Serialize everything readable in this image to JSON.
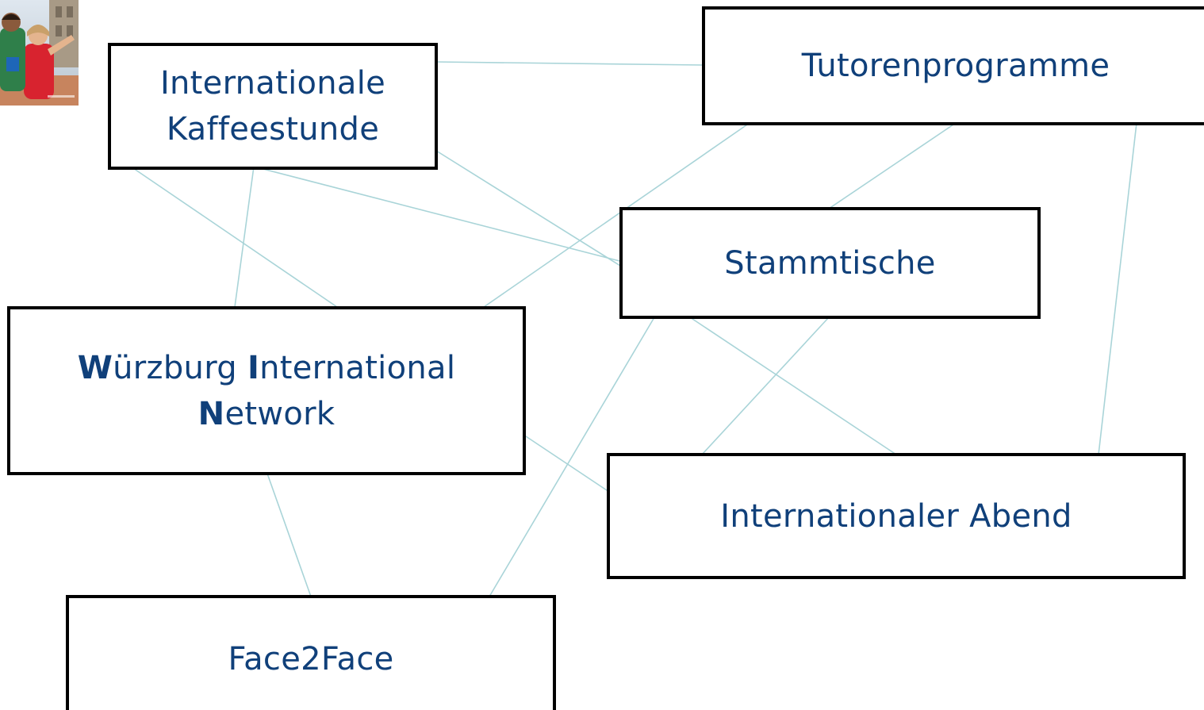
{
  "nodes": {
    "kaffeestunde": {
      "line1": "Internationale",
      "line2": "Kaffeestunde"
    },
    "tutorenprogramme": {
      "label": "Tutorenprogramme"
    },
    "stammtische": {
      "label": "Stammtische"
    },
    "win": {
      "w_initial": "W",
      "w_rest": "ürzburg ",
      "i_initial": "I",
      "i_rest": "nternational",
      "n_initial": "N",
      "n_rest": "etwork"
    },
    "abend": {
      "label": "Internationaler Abend"
    },
    "face2face": {
      "label": "Face2Face"
    }
  },
  "colors": {
    "node_text": "#10407a",
    "node_border": "#000000",
    "connector": "#a9d4d8"
  },
  "photo": {
    "icon": "students-photo"
  }
}
